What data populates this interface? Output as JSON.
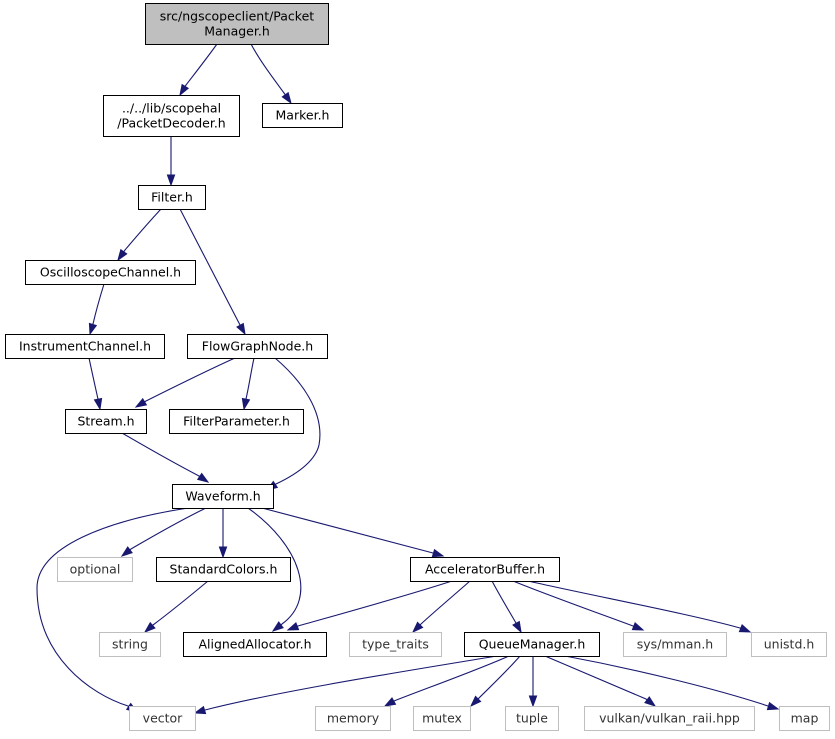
{
  "diagram": {
    "colors": {
      "root_fill": "#bfbfbf",
      "node_stroke": "#000000",
      "lib_stroke": "#bfbfbf",
      "edge": "#191970"
    },
    "nodes": [
      {
        "id": "packetmanager",
        "lines": [
          "src/ngscopeclient/Packet",
          "Manager.h"
        ],
        "kind": "root"
      },
      {
        "id": "packetdecoder",
        "lines": [
          "../../lib/scopehal",
          "/PacketDecoder.h"
        ],
        "kind": "header"
      },
      {
        "id": "marker",
        "lines": [
          "Marker.h"
        ],
        "kind": "header"
      },
      {
        "id": "filter",
        "lines": [
          "Filter.h"
        ],
        "kind": "header"
      },
      {
        "id": "oscilloscopechannel",
        "lines": [
          "OscilloscopeChannel.h"
        ],
        "kind": "header"
      },
      {
        "id": "instrumentchannel",
        "lines": [
          "InstrumentChannel.h"
        ],
        "kind": "header"
      },
      {
        "id": "flowgraphnode",
        "lines": [
          "FlowGraphNode.h"
        ],
        "kind": "header"
      },
      {
        "id": "stream",
        "lines": [
          "Stream.h"
        ],
        "kind": "header"
      },
      {
        "id": "filterparameter",
        "lines": [
          "FilterParameter.h"
        ],
        "kind": "header"
      },
      {
        "id": "waveform",
        "lines": [
          "Waveform.h"
        ],
        "kind": "header"
      },
      {
        "id": "optional",
        "lines": [
          "optional"
        ],
        "kind": "lib"
      },
      {
        "id": "standardcolors",
        "lines": [
          "StandardColors.h"
        ],
        "kind": "header"
      },
      {
        "id": "acceleratorbuffer",
        "lines": [
          "AcceleratorBuffer.h"
        ],
        "kind": "header"
      },
      {
        "id": "string",
        "lines": [
          "string"
        ],
        "kind": "lib"
      },
      {
        "id": "alignedallocator",
        "lines": [
          "AlignedAllocator.h"
        ],
        "kind": "header"
      },
      {
        "id": "type_traits",
        "lines": [
          "type_traits"
        ],
        "kind": "lib"
      },
      {
        "id": "queuemanager",
        "lines": [
          "QueueManager.h"
        ],
        "kind": "header"
      },
      {
        "id": "sysmman",
        "lines": [
          "sys/mman.h"
        ],
        "kind": "lib"
      },
      {
        "id": "unistd",
        "lines": [
          "unistd.h"
        ],
        "kind": "lib"
      },
      {
        "id": "vector",
        "lines": [
          "vector"
        ],
        "kind": "lib"
      },
      {
        "id": "memory",
        "lines": [
          "memory"
        ],
        "kind": "lib"
      },
      {
        "id": "mutex",
        "lines": [
          "mutex"
        ],
        "kind": "lib"
      },
      {
        "id": "tuple",
        "lines": [
          "tuple"
        ],
        "kind": "lib"
      },
      {
        "id": "vulkan_raii",
        "lines": [
          "vulkan/vulkan_raii.hpp"
        ],
        "kind": "lib"
      },
      {
        "id": "map",
        "lines": [
          "map"
        ],
        "kind": "lib"
      }
    ],
    "edges": [
      {
        "from": "packetmanager",
        "to": "packetdecoder"
      },
      {
        "from": "packetmanager",
        "to": "marker"
      },
      {
        "from": "packetdecoder",
        "to": "filter"
      },
      {
        "from": "filter",
        "to": "oscilloscopechannel"
      },
      {
        "from": "filter",
        "to": "flowgraphnode"
      },
      {
        "from": "oscilloscopechannel",
        "to": "instrumentchannel"
      },
      {
        "from": "instrumentchannel",
        "to": "stream"
      },
      {
        "from": "flowgraphnode",
        "to": "stream"
      },
      {
        "from": "flowgraphnode",
        "to": "filterparameter"
      },
      {
        "from": "flowgraphnode",
        "to": "waveform"
      },
      {
        "from": "stream",
        "to": "waveform"
      },
      {
        "from": "waveform",
        "to": "vector"
      },
      {
        "from": "waveform",
        "to": "optional"
      },
      {
        "from": "waveform",
        "to": "standardcolors"
      },
      {
        "from": "waveform",
        "to": "alignedallocator"
      },
      {
        "from": "waveform",
        "to": "acceleratorbuffer"
      },
      {
        "from": "standardcolors",
        "to": "string"
      },
      {
        "from": "acceleratorbuffer",
        "to": "alignedallocator"
      },
      {
        "from": "acceleratorbuffer",
        "to": "type_traits"
      },
      {
        "from": "acceleratorbuffer",
        "to": "queuemanager"
      },
      {
        "from": "acceleratorbuffer",
        "to": "sysmman"
      },
      {
        "from": "acceleratorbuffer",
        "to": "unistd"
      },
      {
        "from": "queuemanager",
        "to": "vector"
      },
      {
        "from": "queuemanager",
        "to": "memory"
      },
      {
        "from": "queuemanager",
        "to": "mutex"
      },
      {
        "from": "queuemanager",
        "to": "tuple"
      },
      {
        "from": "queuemanager",
        "to": "vulkan_raii"
      },
      {
        "from": "queuemanager",
        "to": "map"
      }
    ]
  }
}
